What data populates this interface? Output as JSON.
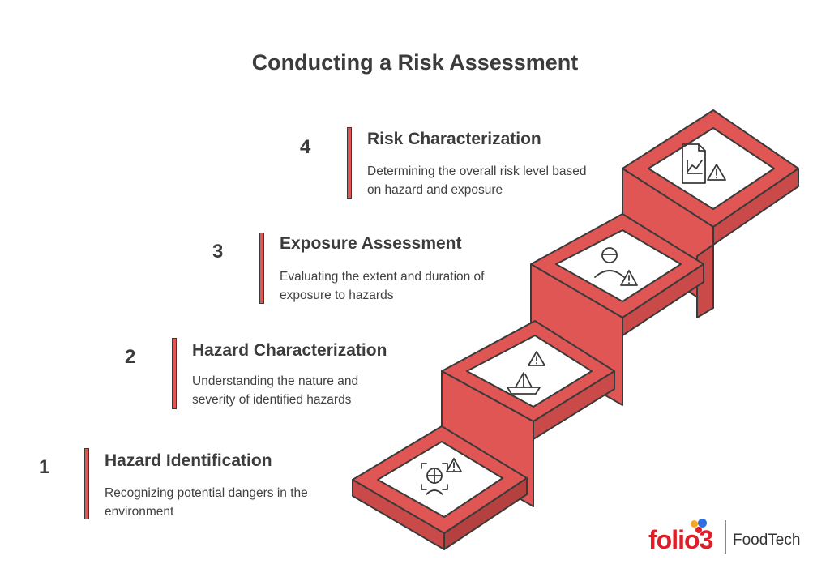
{
  "title": "Conducting a Risk Assessment",
  "steps": [
    {
      "number": "1",
      "title": "Hazard Identification",
      "description": "Recognizing potential dangers in the environment"
    },
    {
      "number": "2",
      "title": "Hazard Characterization",
      "description": "Understanding the nature and severity of identified hazards"
    },
    {
      "number": "3",
      "title": "Exposure Assessment",
      "description": "Evaluating the extent and duration of exposure to hazards"
    },
    {
      "number": "4",
      "title": "Risk Characterization",
      "description": "Determining the overall risk level based on hazard and exposure"
    }
  ],
  "icons": [
    "face-scan-warning-icon",
    "ship-warning-icon",
    "person-warning-icon",
    "chart-document-warning-icon"
  ],
  "logo": {
    "word": "folio3",
    "sub": "FoodTech"
  },
  "colors": {
    "accent": "#e05654",
    "outline": "#3a3a3a",
    "text": "#3c3c3c"
  }
}
